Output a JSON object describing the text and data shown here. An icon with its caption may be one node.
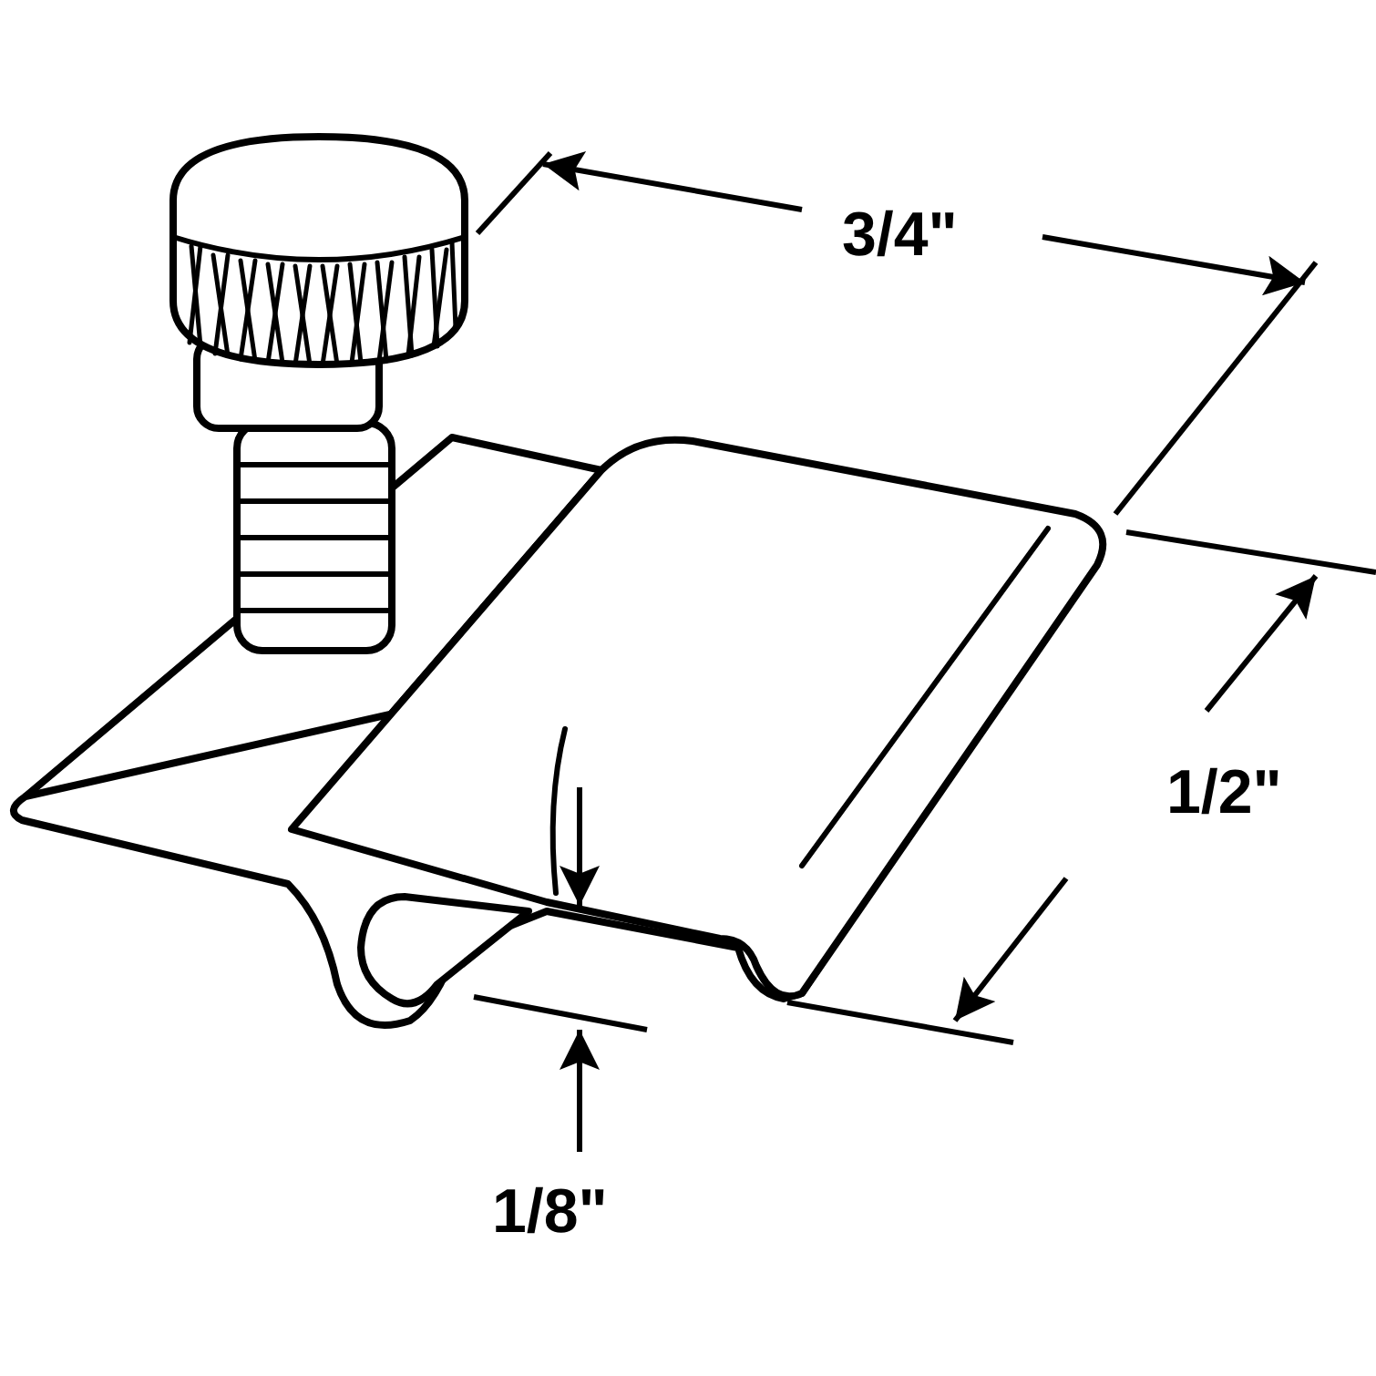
{
  "diagram": {
    "labels": [
      "3/4\"",
      "1/2\"",
      "1/8\""
    ]
  }
}
